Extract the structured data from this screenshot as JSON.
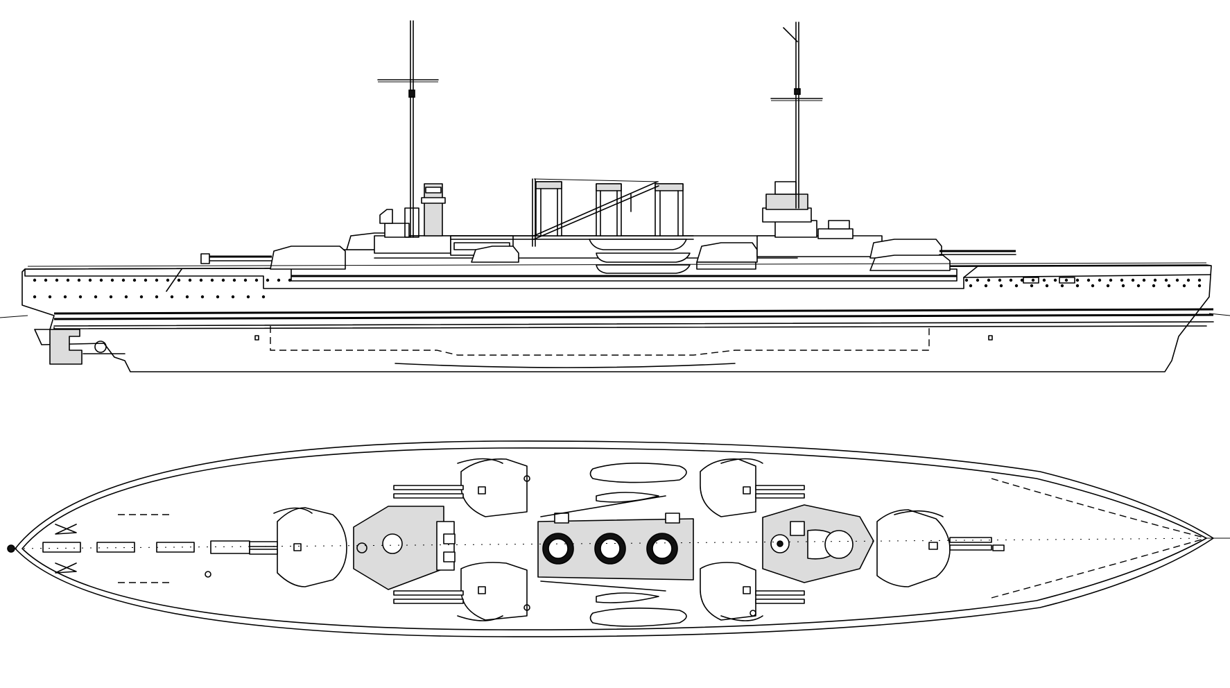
{
  "drawing": {
    "views": [
      "side-elevation",
      "plan-view"
    ],
    "line_color": "#000000",
    "background": "#ffffff",
    "side_elevation": {
      "masts": 2,
      "funnels": 3,
      "main_turrets": 5,
      "porthole_rows": 2
    },
    "plan_view": {
      "turrets": 5,
      "funnels": 3,
      "boats": 4
    }
  }
}
